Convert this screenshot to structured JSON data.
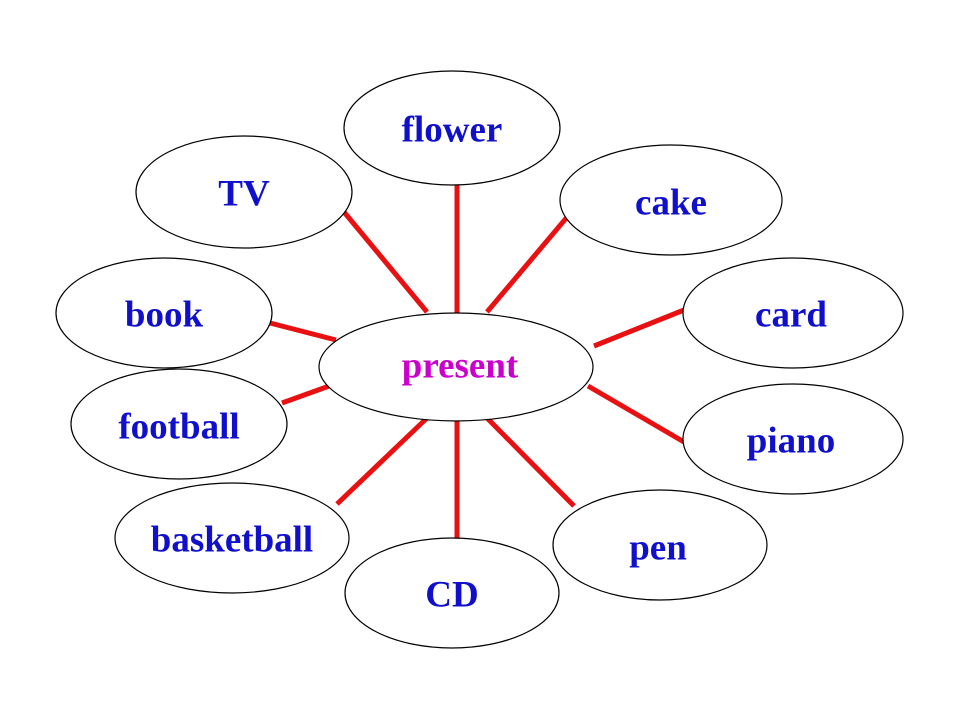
{
  "center": {
    "label": "present",
    "text_color": "#cc00cc"
  },
  "word_color": "#1010cc",
  "spoke_color": "#e81010",
  "words": [
    {
      "id": "flower",
      "label": "flower"
    },
    {
      "id": "cake",
      "label": "cake"
    },
    {
      "id": "card",
      "label": "card"
    },
    {
      "id": "piano",
      "label": "piano"
    },
    {
      "id": "pen",
      "label": "pen"
    },
    {
      "id": "cd",
      "label": "CD"
    },
    {
      "id": "basketball",
      "label": "basketball"
    },
    {
      "id": "football",
      "label": "football"
    },
    {
      "id": "book",
      "label": "book"
    },
    {
      "id": "tv",
      "label": "TV"
    }
  ]
}
